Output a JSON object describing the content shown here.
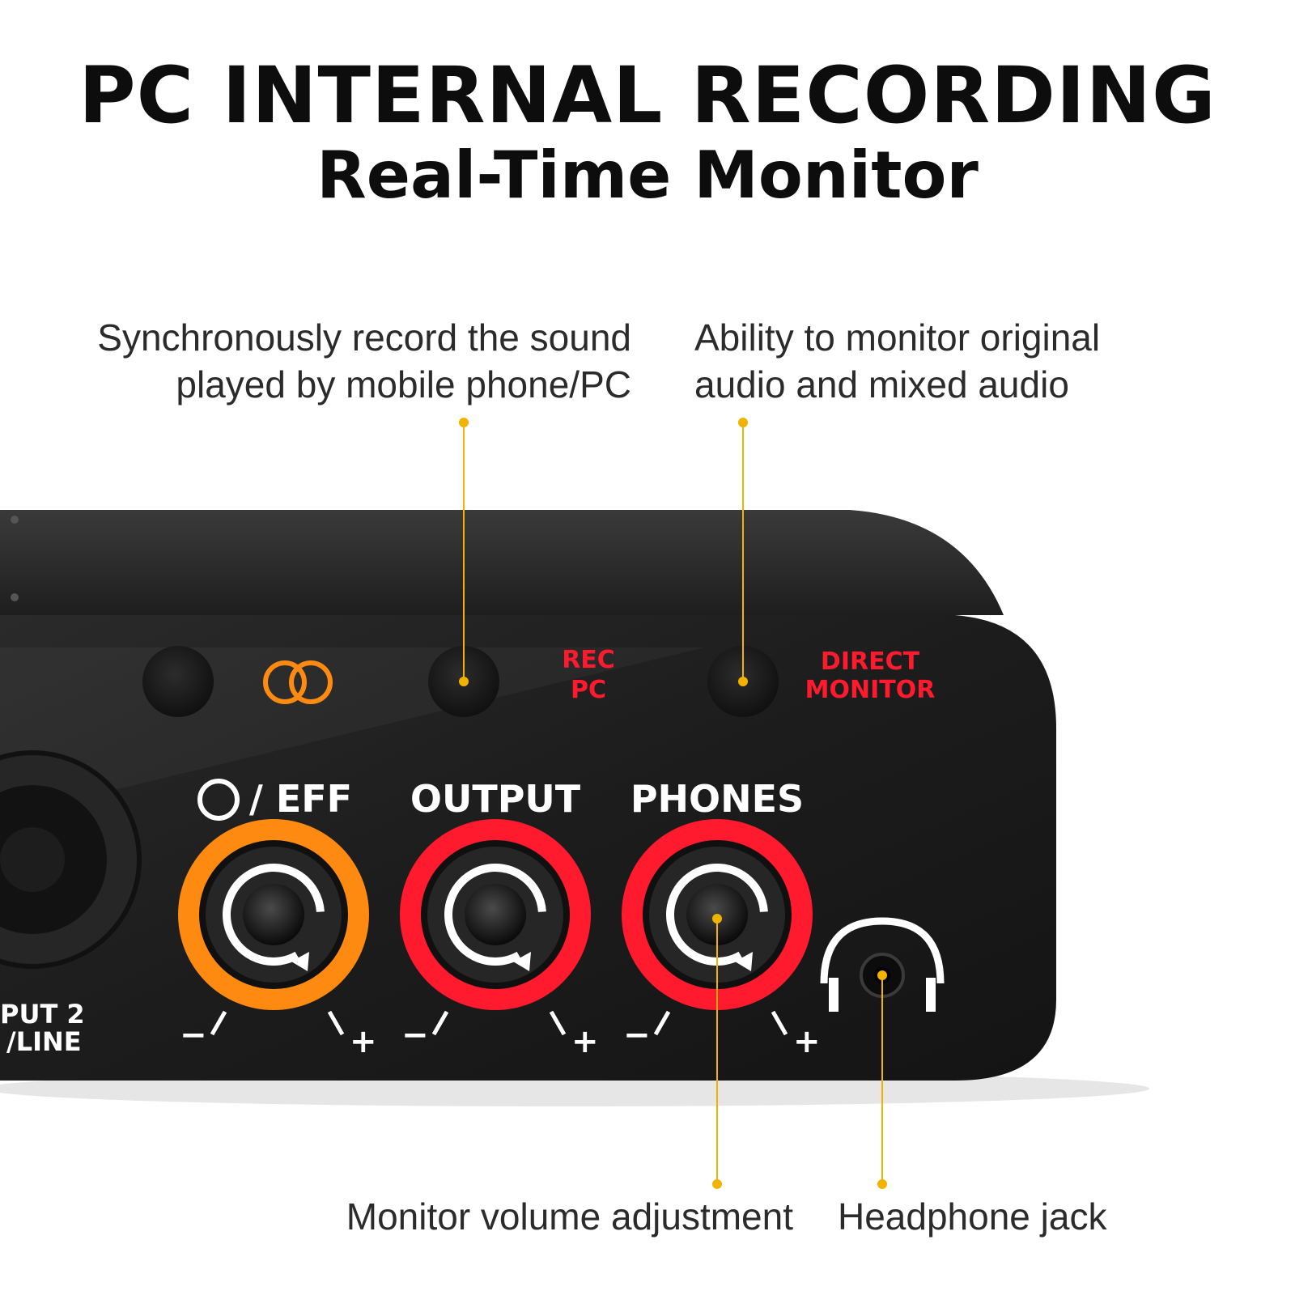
{
  "header": {
    "title": "PC INTERNAL RECORDING",
    "subtitle": "Real-Time Monitor"
  },
  "callouts": {
    "top_left": [
      "Synchronously record the sound",
      "played by mobile phone/PC"
    ],
    "top_right": [
      "Ability to monitor original",
      "audio and mixed audio"
    ],
    "bottom_left": "Monitor volume adjustment",
    "bottom_right": "Headphone jack"
  },
  "panel": {
    "rec_pc": [
      "REC",
      "PC"
    ],
    "direct_monitor": [
      "DIRECT",
      "MONITOR"
    ],
    "knob_labels": {
      "eff": "/ EFF",
      "output": "OUTPUT",
      "phones": "PHONES"
    },
    "input_label": [
      "PUT 2",
      "/LINE"
    ],
    "minus": "−",
    "plus": "+"
  },
  "colors": {
    "accent_orange": "#ff8a12",
    "accent_red": "#ff1a2e",
    "callout_line": "#f2b200",
    "device_body": "#1c1c1c",
    "device_top": "#2a2a2a",
    "headline": "#0d0d0d"
  },
  "icons": [
    "loop-link-icon",
    "headphone-icon",
    "circle-icon"
  ]
}
